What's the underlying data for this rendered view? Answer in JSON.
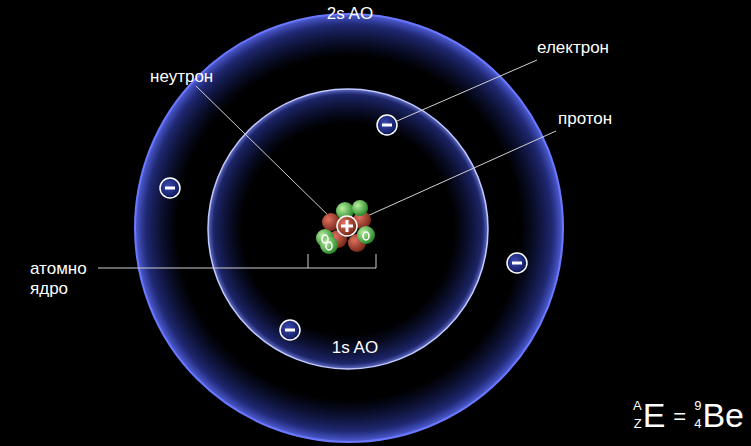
{
  "diagram": {
    "labels": [
      "2s AO",
      "неутрон",
      "електрон",
      "протон",
      "атомно ядро",
      "1s AO",
      "A",
      "Z",
      "E",
      "=",
      "9",
      "4",
      "Be"
    ]
  }
}
